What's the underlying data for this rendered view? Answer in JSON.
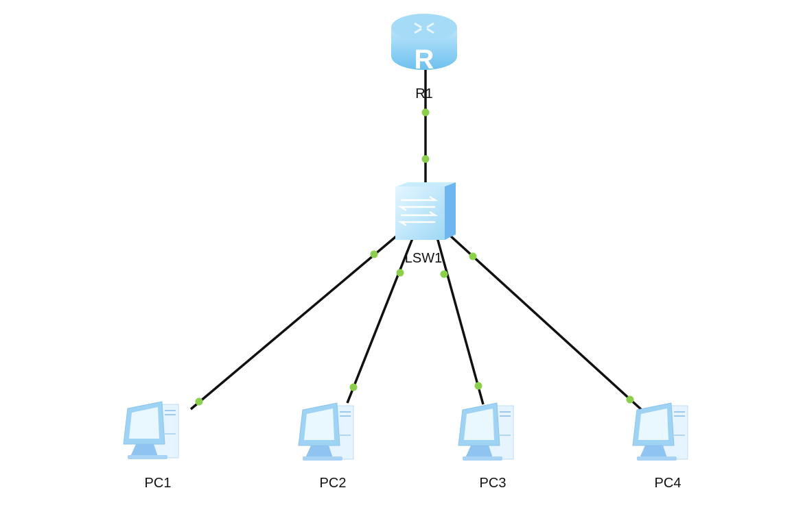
{
  "devices": {
    "router": {
      "name": "R1",
      "type": "router",
      "icon_letter": "R"
    },
    "switch": {
      "name": "LSW1",
      "type": "switch"
    },
    "pcs": [
      {
        "name": "PC1",
        "type": "pc"
      },
      {
        "name": "PC2",
        "type": "pc"
      },
      {
        "name": "PC3",
        "type": "pc"
      },
      {
        "name": "PC4",
        "type": "pc"
      }
    ]
  },
  "links": [
    {
      "from": "R1",
      "to": "LSW1",
      "status": "up"
    },
    {
      "from": "LSW1",
      "to": "PC1",
      "status": "up"
    },
    {
      "from": "LSW1",
      "to": "PC2",
      "status": "up"
    },
    {
      "from": "LSW1",
      "to": "PC3",
      "status": "up"
    },
    {
      "from": "LSW1",
      "to": "PC4",
      "status": "up"
    }
  ],
  "colors": {
    "link": "#111111",
    "port_up": "#8ccf4d",
    "device": "#7fc8f0"
  }
}
